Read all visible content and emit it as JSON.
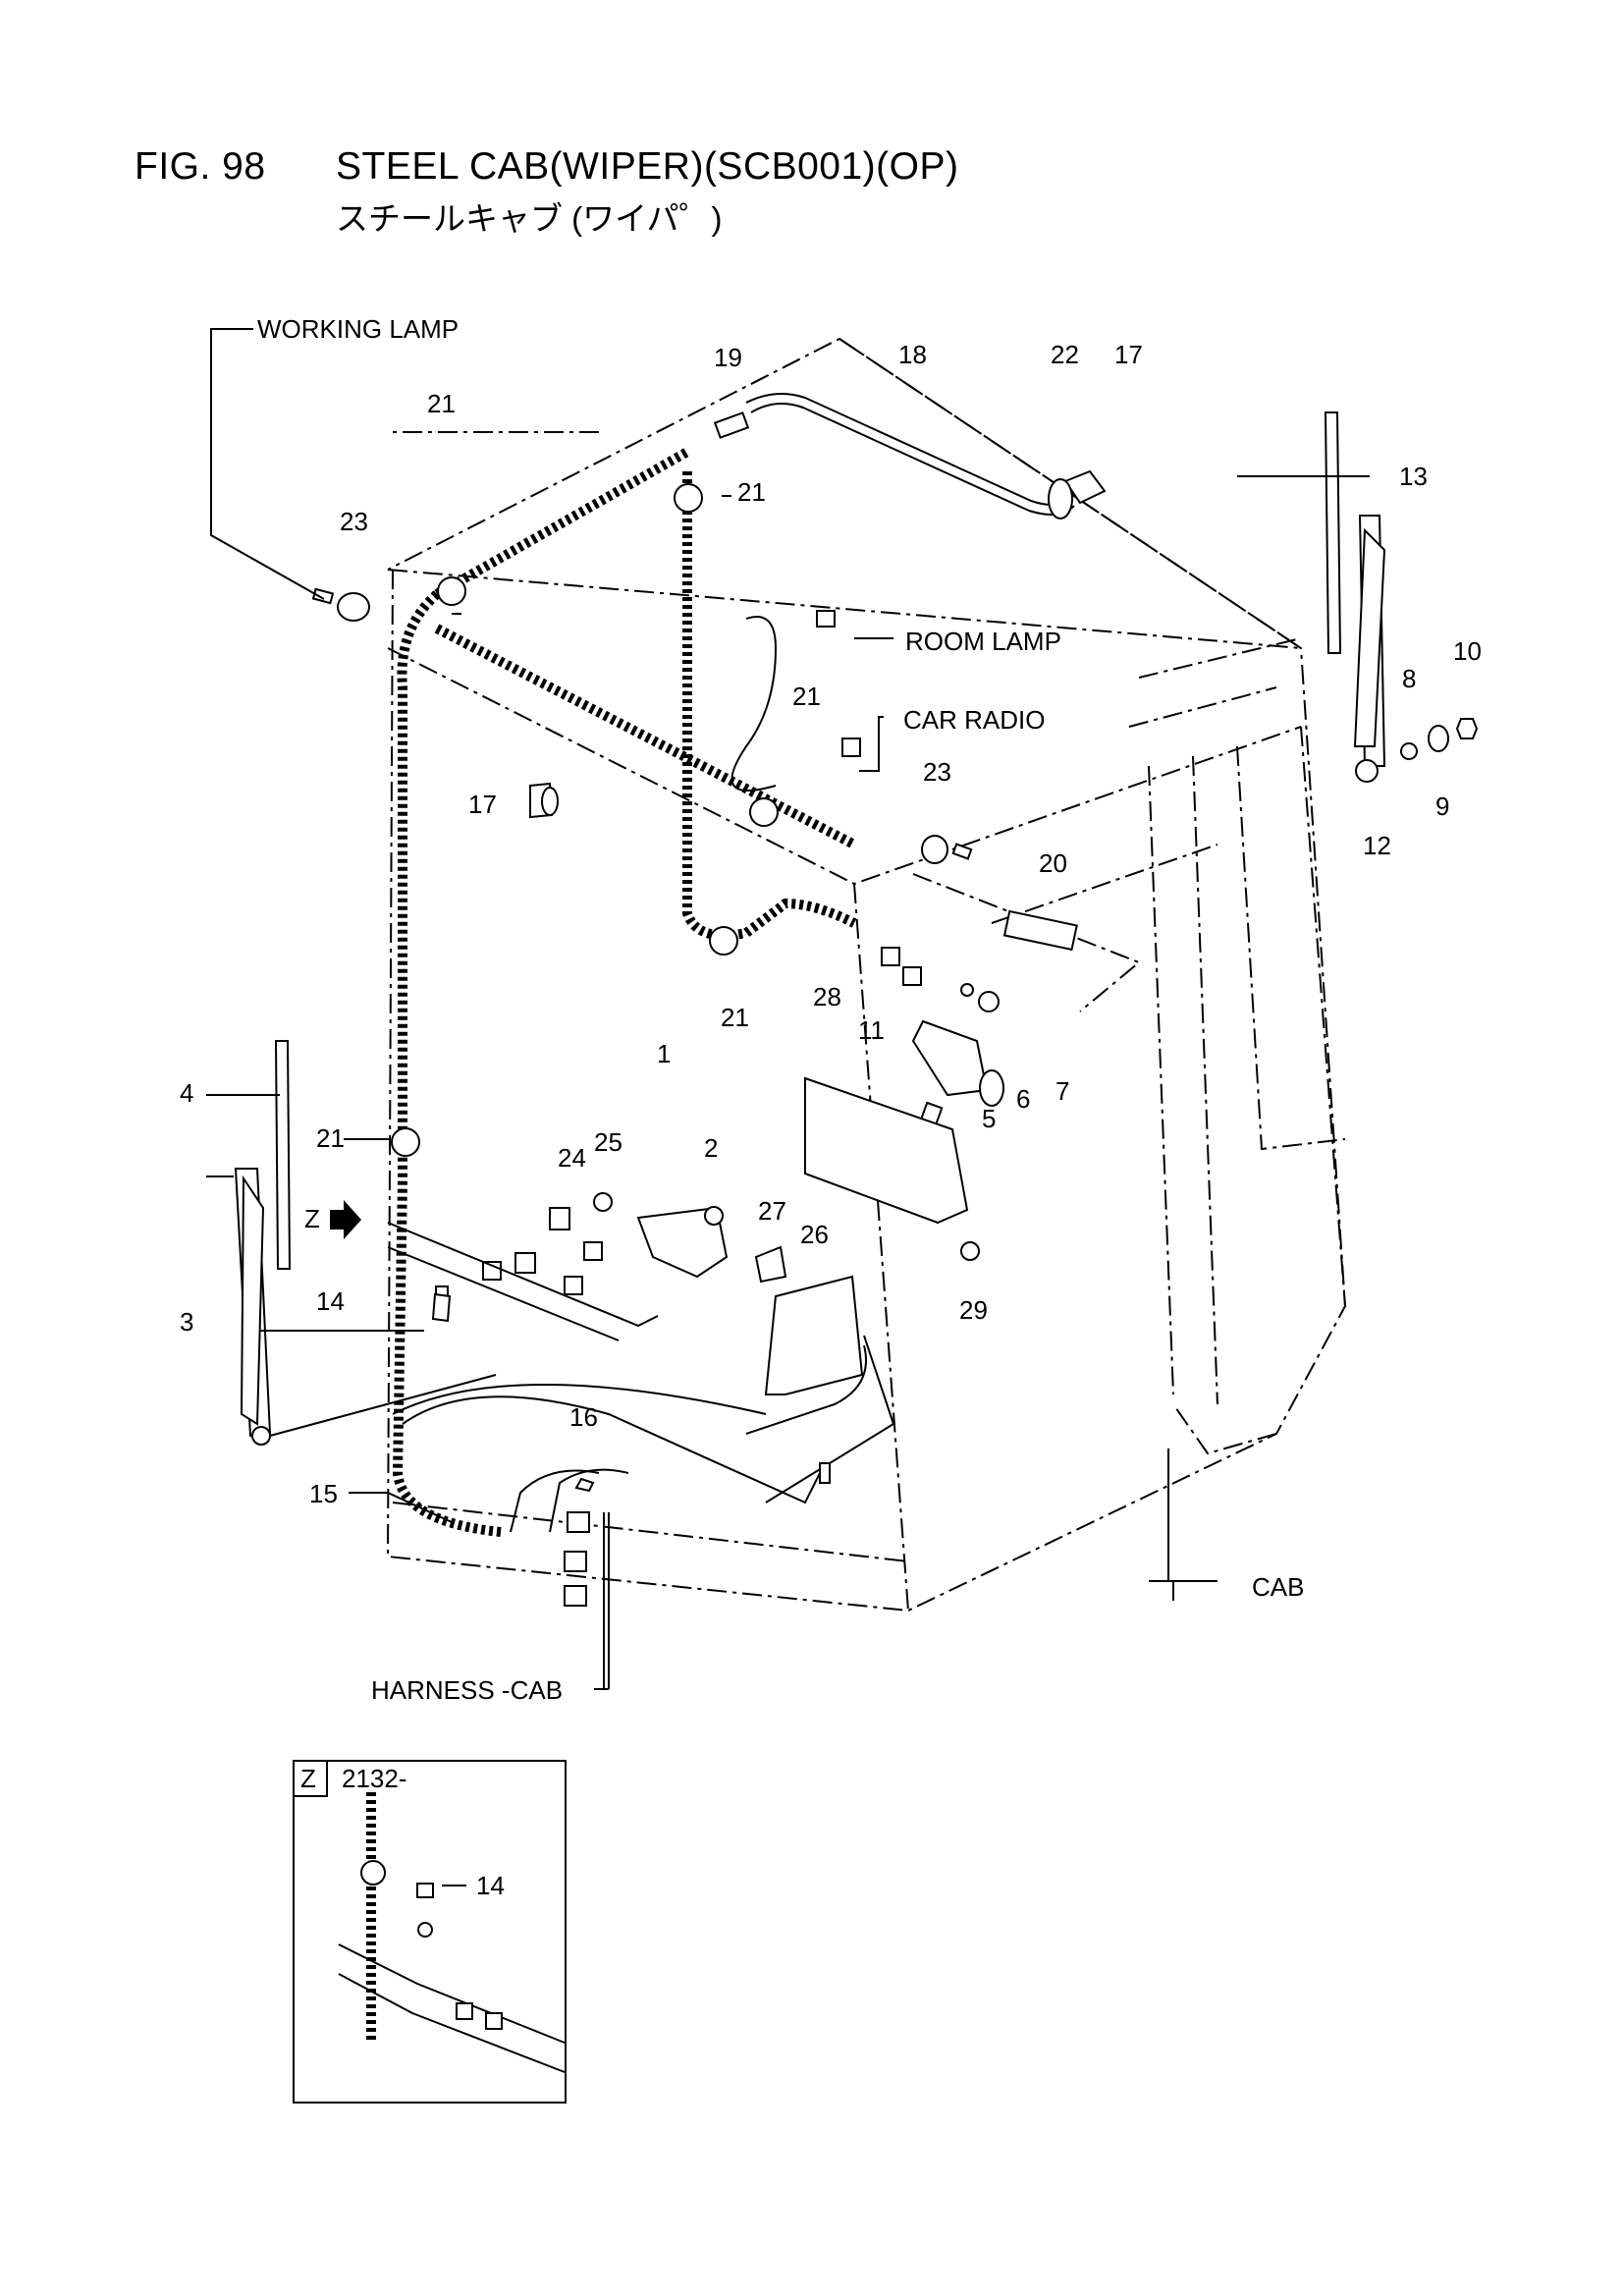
{
  "header": {
    "fig_number": "FIG. 98",
    "title": "STEEL CAB(WIPER)(SCB001)(OP)",
    "subtitle": "スチールキャブ (ワイパ゜)"
  },
  "callouts": {
    "working_lamp": "WORKING  LAMP",
    "room_lamp": "ROOM LAMP",
    "car_radio": "CAR RADIO",
    "cab": "CAB",
    "harness_cab": "HARNESS -CAB",
    "z_view": "Z"
  },
  "detail": {
    "letter": "Z",
    "serial": "2132-",
    "part": "14"
  },
  "parts": {
    "p1": "1",
    "p2": "2",
    "p3": "3",
    "p4": "4",
    "p5": "5",
    "p6": "6",
    "p7": "7",
    "p8": "8",
    "p9": "9",
    "p10": "10",
    "p11": "11",
    "p12": "12",
    "p13": "13",
    "p14": "14",
    "p15": "15",
    "p16": "16",
    "p17a": "17",
    "p17b": "17",
    "p18": "18",
    "p19": "19",
    "p20": "20",
    "p21a": "21",
    "p21b": "21",
    "p21c": "21",
    "p21d": "21",
    "p21e": "21",
    "p22": "22",
    "p23a": "23",
    "p23b": "23",
    "p24": "24",
    "p25": "25",
    "p26": "26",
    "p27": "27",
    "p28": "28",
    "p29": "29"
  }
}
